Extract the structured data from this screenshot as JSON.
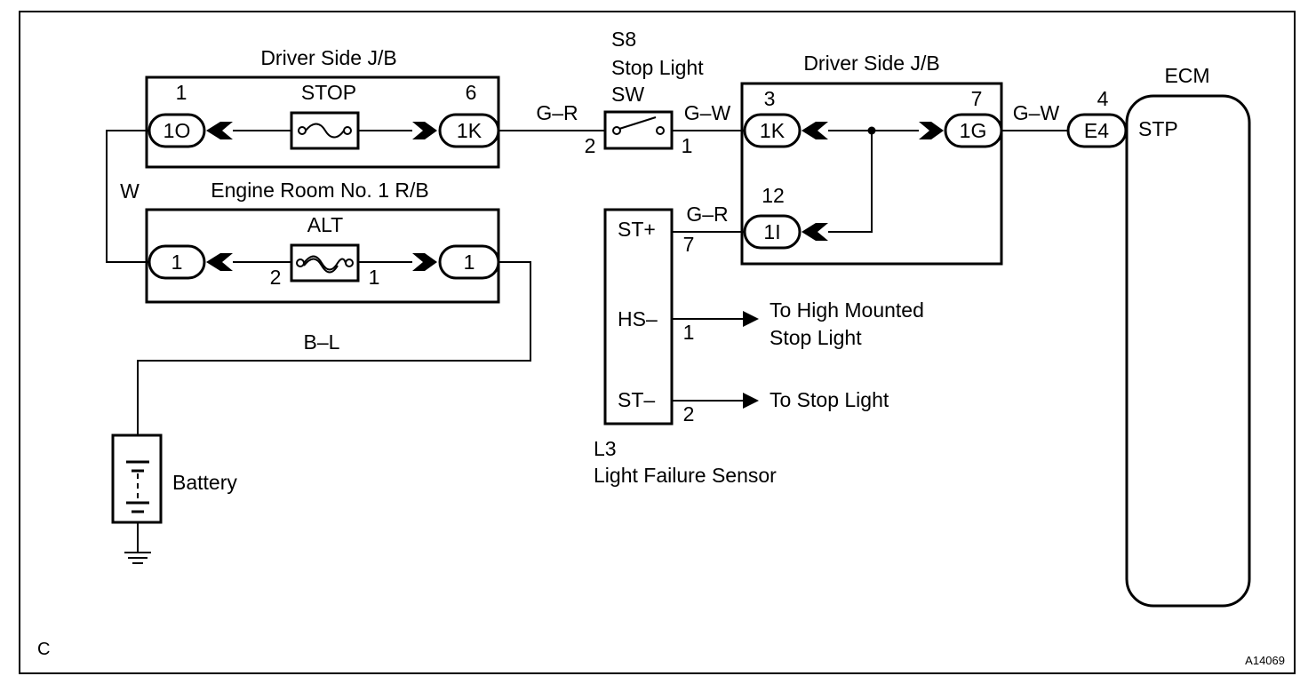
{
  "corner_label": "C",
  "figure_code": "A14069",
  "jb_top_left": {
    "title": "Driver Side J/B",
    "fuse": "STOP",
    "pin_left": "1",
    "connector_left": "1O",
    "pin_right": "6",
    "connector_right": "1K"
  },
  "rb_engine": {
    "title": "Engine Room No. 1 R/B",
    "fuse": "ALT",
    "connector_left": "1",
    "connector_right": "1",
    "pin_2": "2",
    "pin_1": "1"
  },
  "wires": {
    "w": "W",
    "bl": "B–L",
    "gr_top": "G–R",
    "gw_left": "G–W",
    "gw_right": "G–W",
    "gr_mid": "G–R"
  },
  "stop_switch": {
    "code": "S8",
    "name_line1": "Stop Light",
    "name_line2": "SW",
    "pin_left": "2",
    "pin_right": "1"
  },
  "jb_right": {
    "title": "Driver Side J/B",
    "pin_3": "3",
    "connector_1k": "1K",
    "pin_7": "7",
    "connector_1g": "1G",
    "pin_12": "12",
    "connector_1i": "1I"
  },
  "ecm": {
    "title": "ECM",
    "terminal": "STP",
    "pin": "4",
    "connector": "E4"
  },
  "sensor": {
    "code": "L3",
    "name": "Light Failure Sensor",
    "st_plus": "ST+",
    "hs_minus": "HS–",
    "st_minus": "ST–",
    "pin_7": "7",
    "pin_1": "1",
    "pin_2": "2",
    "to_high_line1": "To High Mounted",
    "to_high_line2": "Stop Light",
    "to_stop": "To Stop Light"
  },
  "battery": {
    "label": "Battery"
  }
}
